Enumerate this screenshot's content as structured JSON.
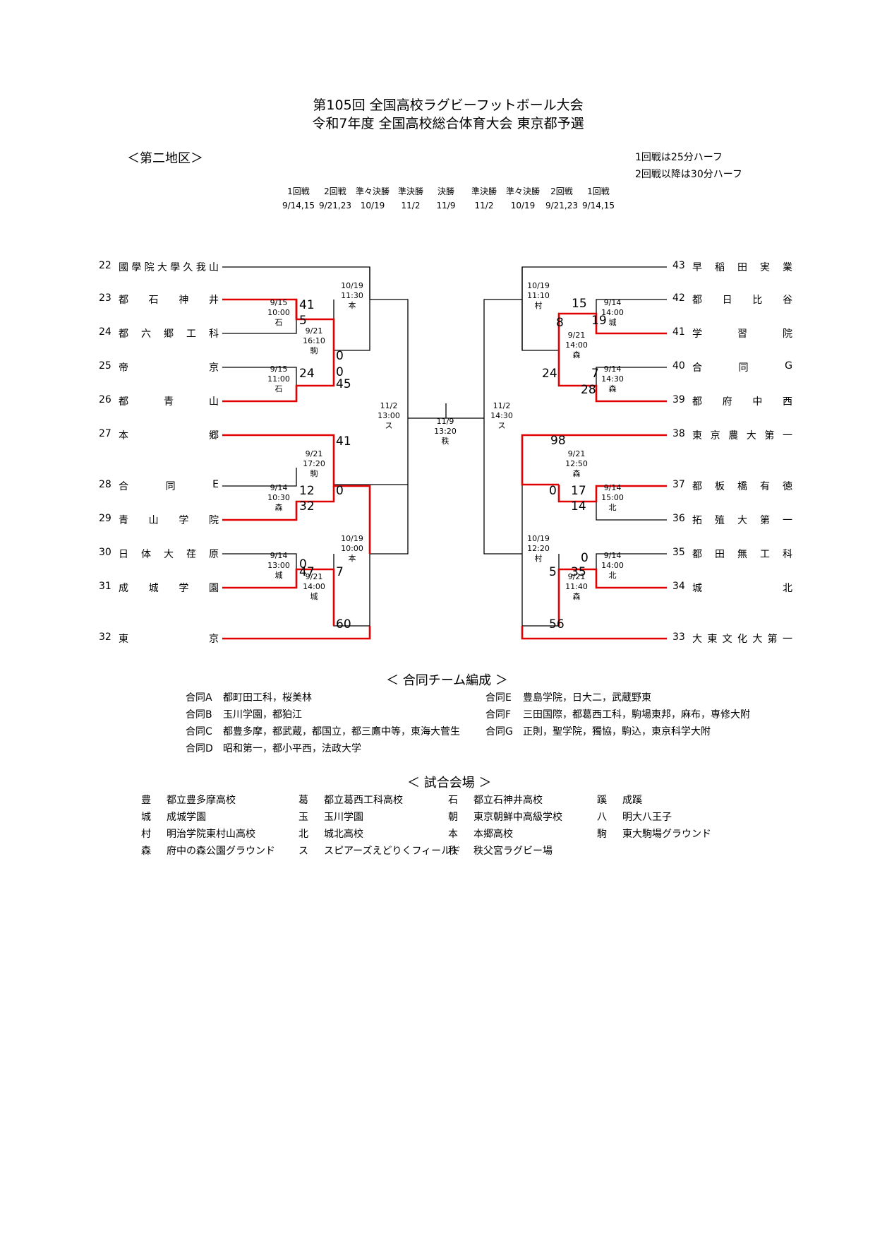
{
  "header": {
    "title1": "第105回  全国高校ラグビーフットボール大会",
    "title2": "令和7年度  全国高校総合体育大会  東京都予選",
    "district": "＜第二地区＞",
    "note1": "1回戦は25分ハーフ",
    "note2": "2回戦以降は30分ハーフ"
  },
  "rounds": [
    {
      "name": "1回戦",
      "date": "9/14,15"
    },
    {
      "name": "2回戦",
      "date": "9/21,23"
    },
    {
      "name": "準々決勝",
      "date": "10/19"
    },
    {
      "name": "準決勝",
      "date": "11/2"
    },
    {
      "name": "決勝",
      "date": "11/9"
    },
    {
      "name": "準決勝",
      "date": "11/2"
    },
    {
      "name": "準々決勝",
      "date": "10/19"
    },
    {
      "name": "2回戦",
      "date": "9/21,23"
    },
    {
      "name": "1回戦",
      "date": "9/14,15"
    }
  ],
  "left_teams": [
    {
      "no": "22",
      "name": "國學院大學久我山"
    },
    {
      "no": "23",
      "name": "都石神井"
    },
    {
      "no": "24",
      "name": "都六郷工科"
    },
    {
      "no": "25",
      "name": "帝京"
    },
    {
      "no": "26",
      "name": "都青山"
    },
    {
      "no": "27",
      "name": "本郷"
    },
    {
      "no": "28",
      "name": "合同E"
    },
    {
      "no": "29",
      "name": "青山学院"
    },
    {
      "no": "30",
      "name": "日体大荏原"
    },
    {
      "no": "31",
      "name": "成城学園"
    },
    {
      "no": "32",
      "name": "東京"
    }
  ],
  "right_teams": [
    {
      "no": "43",
      "name": "早稲田実業"
    },
    {
      "no": "42",
      "name": "都日比谷"
    },
    {
      "no": "41",
      "name": "学習院"
    },
    {
      "no": "40",
      "name": "合同G"
    },
    {
      "no": "39",
      "name": "都府中西"
    },
    {
      "no": "38",
      "name": "東京農大第一"
    },
    {
      "no": "37",
      "name": "都板橋有徳"
    },
    {
      "no": "36",
      "name": "拓殖大第一"
    },
    {
      "no": "35",
      "name": "都田無工科"
    },
    {
      "no": "34",
      "name": "城北"
    },
    {
      "no": "33",
      "name": "大東文化大第一"
    }
  ],
  "scores": [
    "41",
    "5",
    "0",
    "24",
    "0",
    "45",
    "41",
    "12",
    "32",
    "0",
    "0",
    "47",
    "7",
    "60",
    "15",
    "19",
    "8",
    "7",
    "28",
    "24",
    "98",
    "17",
    "14",
    "0",
    "0",
    "35",
    "5",
    "56"
  ],
  "match_info": [
    [
      "9/15",
      "10:00",
      "石"
    ],
    [
      "9/15",
      "11:00",
      "石"
    ],
    [
      "9/21",
      "16:10",
      "駒"
    ],
    [
      "10/19",
      "11:30",
      "本"
    ],
    [
      "9/21",
      "17:20",
      "駒"
    ],
    [
      "9/14",
      "10:30",
      "森"
    ],
    [
      "9/14",
      "13:00",
      "城"
    ],
    [
      "9/21",
      "14:00",
      "城"
    ],
    [
      "10/19",
      "10:00",
      "本"
    ],
    [
      "11/2",
      "13:00",
      "ス"
    ],
    [
      "11/9",
      "13:20",
      "秩"
    ],
    [
      "11/2",
      "14:30",
      "ス"
    ],
    [
      "10/19",
      "11:10",
      "村"
    ],
    [
      "9/14",
      "14:00",
      "城"
    ],
    [
      "9/21",
      "14:00",
      "森"
    ],
    [
      "9/14",
      "14:30",
      "森"
    ],
    [
      "9/21",
      "12:50",
      "森"
    ],
    [
      "9/14",
      "15:00",
      "北"
    ],
    [
      "10/19",
      "12:20",
      "村"
    ],
    [
      "9/14",
      "14:00",
      "北"
    ],
    [
      "9/21",
      "11:40",
      "森"
    ]
  ],
  "joint_teams": {
    "heading": "＜  合同チーム編成  ＞",
    "items": [
      {
        "label": "合同A",
        "members": "都町田工科，桜美林"
      },
      {
        "label": "合同B",
        "members": "玉川学園，都狛江"
      },
      {
        "label": "合同C",
        "members": "都豊多摩，都武蔵，都国立，都三鷹中等，東海大菅生"
      },
      {
        "label": "合同D",
        "members": "昭和第一，都小平西，法政大学"
      },
      {
        "label": "合同E",
        "members": "豊島学院，日大二，武蔵野東"
      },
      {
        "label": "合同F",
        "members": "三田国際，都葛西工科，駒場東邦，麻布，専修大附"
      },
      {
        "label": "合同G",
        "members": "正則，聖学院，獨協，駒込，東京科学大附"
      }
    ]
  },
  "venues": {
    "heading": "＜  試合会場  ＞",
    "items": [
      {
        "abbr": "豊",
        "name": "都立豊多摩高校"
      },
      {
        "abbr": "葛",
        "name": "都立葛西工科高校"
      },
      {
        "abbr": "石",
        "name": "都立石神井高校"
      },
      {
        "abbr": "蹊",
        "name": "成蹊"
      },
      {
        "abbr": "城",
        "name": "成城学園"
      },
      {
        "abbr": "玉",
        "name": "玉川学園"
      },
      {
        "abbr": "朝",
        "name": "東京朝鮮中高級学校"
      },
      {
        "abbr": "八",
        "name": "明大八王子"
      },
      {
        "abbr": "村",
        "name": "明治学院東村山高校"
      },
      {
        "abbr": "北",
        "name": "城北高校"
      },
      {
        "abbr": "本",
        "name": "本郷高校"
      },
      {
        "abbr": "駒",
        "name": "東大駒場グラウンド"
      },
      {
        "abbr": "森",
        "name": "府中の森公園グラウンド"
      },
      {
        "abbr": "ス",
        "name": "スピアーズえどりくフィールド"
      },
      {
        "abbr": "秩",
        "name": "秩父宮ラグビー場"
      }
    ]
  },
  "colors": {
    "winner_line": "#e00000",
    "line": "#000000"
  }
}
